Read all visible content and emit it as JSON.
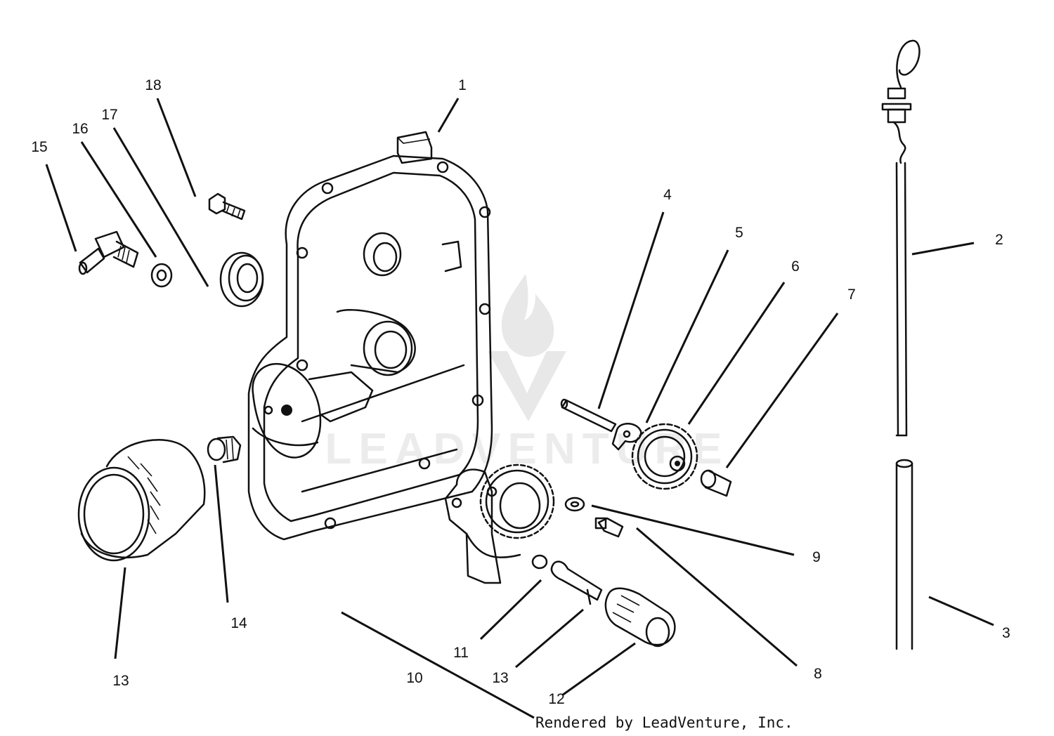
{
  "labels": [
    {
      "id": "1",
      "text": "1"
    },
    {
      "id": "2",
      "text": "2"
    },
    {
      "id": "3",
      "text": "3"
    },
    {
      "id": "4",
      "text": "4"
    },
    {
      "id": "5",
      "text": "5"
    },
    {
      "id": "6",
      "text": "6"
    },
    {
      "id": "7",
      "text": "7"
    },
    {
      "id": "8",
      "text": "8"
    },
    {
      "id": "9",
      "text": "9"
    },
    {
      "id": "10",
      "text": "10"
    },
    {
      "id": "11",
      "text": "11"
    },
    {
      "id": "12",
      "text": "12"
    },
    {
      "id": "13a",
      "text": "13"
    },
    {
      "id": "13b",
      "text": "13"
    },
    {
      "id": "14",
      "text": "14"
    },
    {
      "id": "15",
      "text": "15"
    },
    {
      "id": "16",
      "text": "16"
    },
    {
      "id": "17",
      "text": "17"
    },
    {
      "id": "18",
      "text": "18"
    }
  ],
  "credit": "Rendered by LeadVenture, Inc.",
  "watermark": "LEADVENTURE"
}
